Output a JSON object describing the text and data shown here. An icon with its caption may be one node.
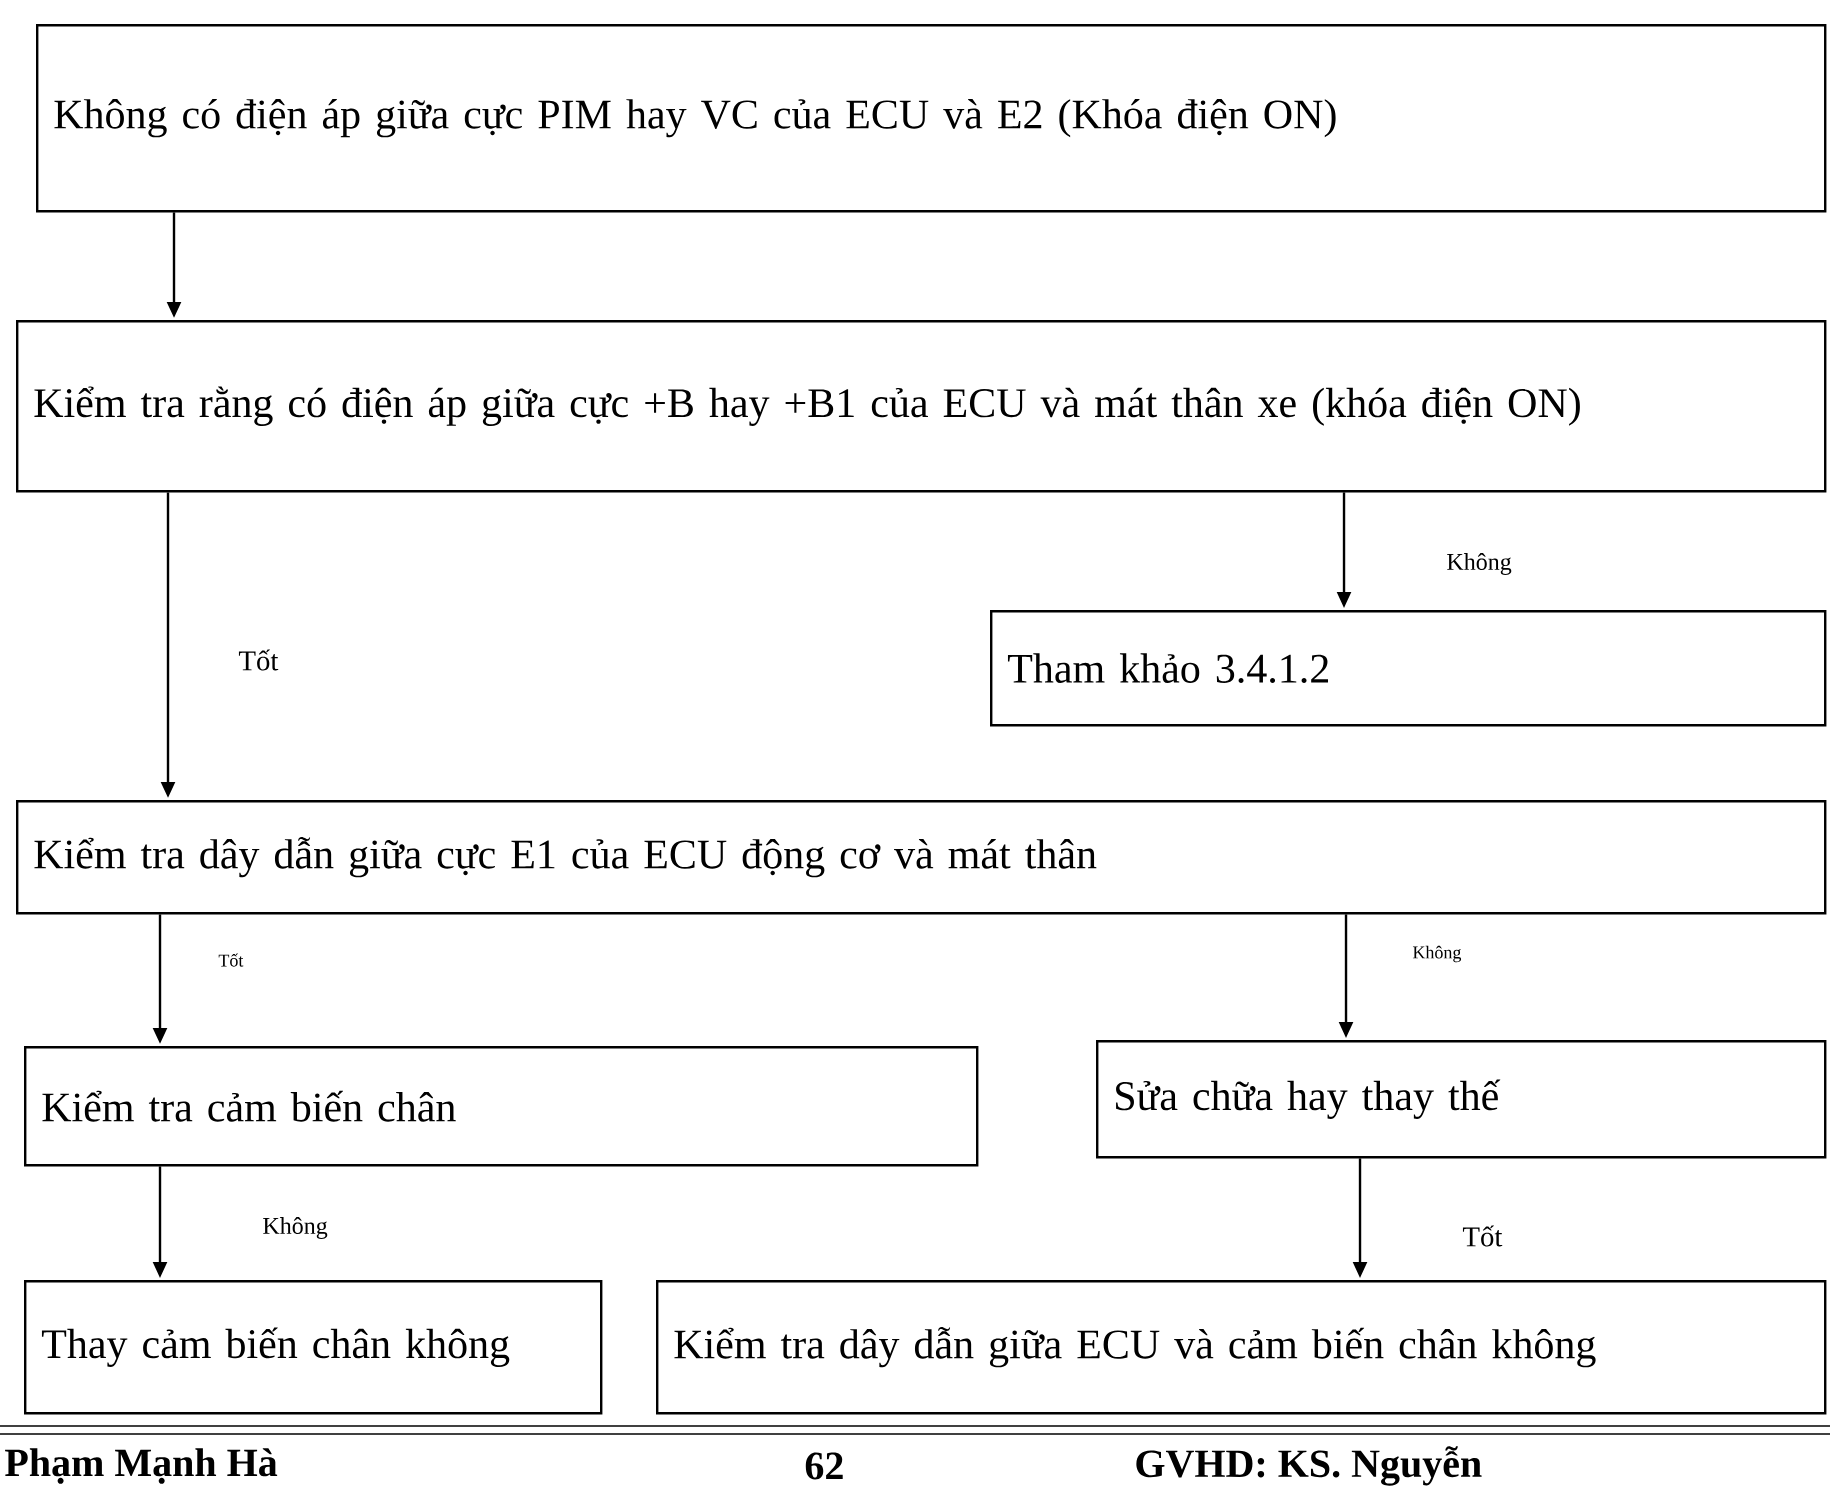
{
  "diagram": {
    "nodes": [
      {
        "text": [
          "Không có điện áp giữa cực PIM hay VC của ECU và E2 (Khóa điện ON)"
        ]
      },
      {
        "text": [
          "Kiểm tra rằng có điện áp giữa cực +B hay +B1 của ECU và mát thân xe (khóa điện ON)"
        ]
      },
      {
        "text": [
          "Tham khảo 3.4.1.2"
        ]
      },
      {
        "text": [
          "Kiểm tra dây dẫn giữa cực E1 của ECU động cơ và mát thân"
        ]
      },
      {
        "text": [
          "Kiểm tra cảm biến chân"
        ]
      },
      {
        "text": [
          "Sửa chữa hay thay thế"
        ]
      },
      {
        "text": [
          "Thay cảm biến chân không"
        ]
      },
      {
        "text": [
          "Kiểm tra dây dẫn giữa ECU và cảm biến chân không"
        ]
      }
    ],
    "edges": [
      {
        "from": 0,
        "to": 1,
        "arrow": "to"
      },
      {
        "from": 1,
        "to": 3,
        "arrow": "to",
        "label": "Tốt"
      },
      {
        "from": 1,
        "to": 2,
        "arrow": "to",
        "label": "Không"
      },
      {
        "from": 3,
        "to": 4,
        "arrow": "to",
        "label": "Tốt"
      },
      {
        "from": 3,
        "to": 5,
        "arrow": "to",
        "label": "Không"
      },
      {
        "from": 4,
        "to": 6,
        "arrow": "to",
        "label": "Không"
      },
      {
        "from": 5,
        "to": 7,
        "arrow": "to",
        "label": "Tốt"
      }
    ],
    "labels": [
      "Phạm Mạnh Hà",
      "62",
      "GVHD: KS. Nguyễn"
    ]
  }
}
